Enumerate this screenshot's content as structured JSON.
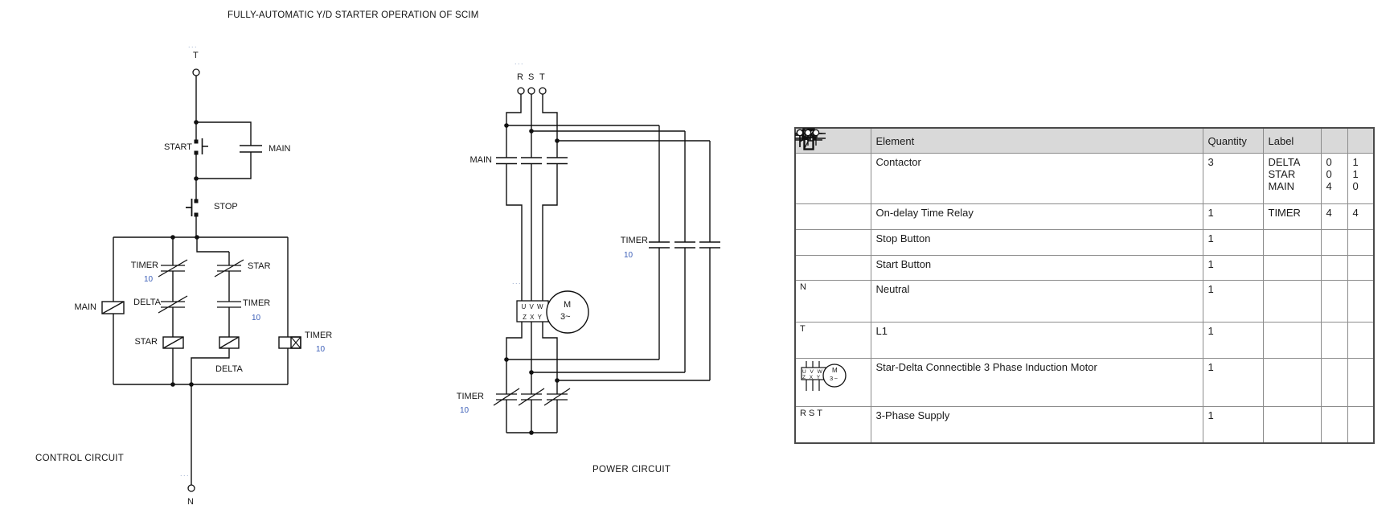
{
  "title": "FULLY-AUTOMATIC Y/D STARTER OPERATION OF SCIM",
  "ellipsis": "...",
  "colors": {
    "wire": "#111111",
    "wire_number_blue": "#3c5fb8",
    "table_header_bg": "#d9d9d9"
  },
  "control_circuit": {
    "caption": "CONTROL CIRCUIT",
    "terminal_top": "T",
    "terminal_bottom": "N",
    "start_label": "START",
    "stop_label": "STOP",
    "main_contact_label": "MAIN",
    "main_coil_label": "MAIN",
    "timer_nc_label": "TIMER",
    "timer_nc_wire": "10",
    "delta_nc_label": "DELTA",
    "star_coil_label": "STAR",
    "star_nc_label": "STAR",
    "timer_no_label": "TIMER",
    "timer_no_wire": "10",
    "delta_coil_label": "DELTA",
    "timer_coil_label": "TIMER",
    "timer_coil_wire": "10"
  },
  "power_circuit": {
    "caption": "POWER CIRCUIT",
    "terminals": [
      "R",
      "S",
      "T"
    ],
    "main_contact_label": "MAIN",
    "timer_no_label": "TIMER",
    "timer_no_wire": "10",
    "timer_nc_label": "TIMER",
    "timer_nc_wire": "10",
    "motor": {
      "designation": "M",
      "phase": "3~",
      "terminals_top": "U V W",
      "terminals_bottom": "Z X Y"
    }
  },
  "table": {
    "headers": {
      "element": "Element",
      "quantity": "Quantity",
      "label": "Label"
    },
    "rows": [
      {
        "element": "Contactor",
        "quantity": "3",
        "labels": [
          "DELTA",
          "STAR",
          "MAIN"
        ],
        "no": [
          "0",
          "0",
          "4"
        ],
        "nc": [
          "1",
          "1",
          "0"
        ]
      },
      {
        "element": "On-delay Time Relay",
        "quantity": "1",
        "labels": [
          "TIMER"
        ],
        "no": [
          "4"
        ],
        "nc": [
          "4"
        ]
      },
      {
        "element": "Stop Button",
        "quantity": "1"
      },
      {
        "element": "Start Button",
        "quantity": "1"
      },
      {
        "element": "Neutral",
        "quantity": "1",
        "symbol_text": "N"
      },
      {
        "element": "L1",
        "quantity": "1",
        "symbol_text": "T"
      },
      {
        "element": "Star-Delta Connectible 3 Phase Induction Motor",
        "quantity": "1"
      },
      {
        "element": "3-Phase Supply",
        "quantity": "1",
        "symbol_text": "R S T"
      }
    ]
  }
}
